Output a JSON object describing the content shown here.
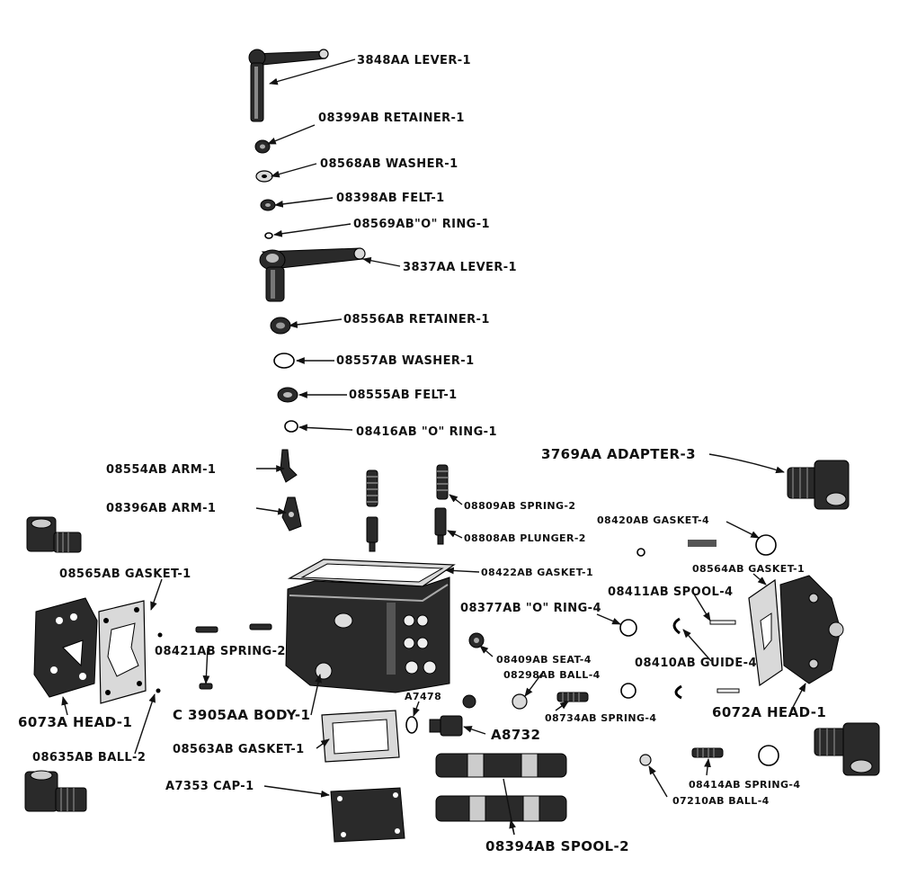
{
  "labels": {
    "lever_3848": "3848AA LEVER-1",
    "retainer_08399": "08399AB RETAINER-1",
    "washer_08568": "08568AB WASHER-1",
    "felt_08398": "08398AB FELT-1",
    "oring_08569": "08569AB\"O\" RING-1",
    "lever_3837": "3837AA LEVER-1",
    "retainer_08556": "08556AB RETAINER-1",
    "washer_08557": "08557AB WASHER-1",
    "felt_08555": "08555AB FELT-1",
    "oring_08416": "08416AB \"O\" RING-1",
    "arm_08554": "08554AB ARM-1",
    "arm_08396": "08396AB ARM-1",
    "adapter_3769": "3769AA ADAPTER-3",
    "spring_08809": "08809AB SPRING-2",
    "plunger_08808": "08808AB PLUNGER-2",
    "gasket_08420": "08420AB GASKET-4",
    "gasket_08565": "08565AB GASKET-1",
    "gasket_08422": "08422AB GASKET-1",
    "gasket_08564": "08564AB GASKET-1",
    "spool_08411": "08411AB SPOOL-4",
    "oring_08377": "08377AB \"O\" RING-4",
    "spring_08421": "08421AB SPRING-2",
    "seat_08409": "08409AB SEAT-4",
    "guide_08410": "08410AB GUIDE-4",
    "ball_08298": "08298AB BALL-4",
    "head_6073": "6073A HEAD-1",
    "body_3905": "C 3905AA BODY-1",
    "part_a7478": "A7478",
    "spring_08734": "08734AB SPRING-4",
    "head_6072": "6072A HEAD-1",
    "part_a8732": "A8732",
    "ball_08635": "08635AB BALL-2",
    "gasket_08563": "08563AB GASKET-1",
    "spring_08414": "08414AB SPRING-4",
    "ball_07210": "07210AB BALL-4",
    "cap_a7353": "A7353 CAP-1",
    "spool_08394": "08394AB SPOOL-2"
  }
}
